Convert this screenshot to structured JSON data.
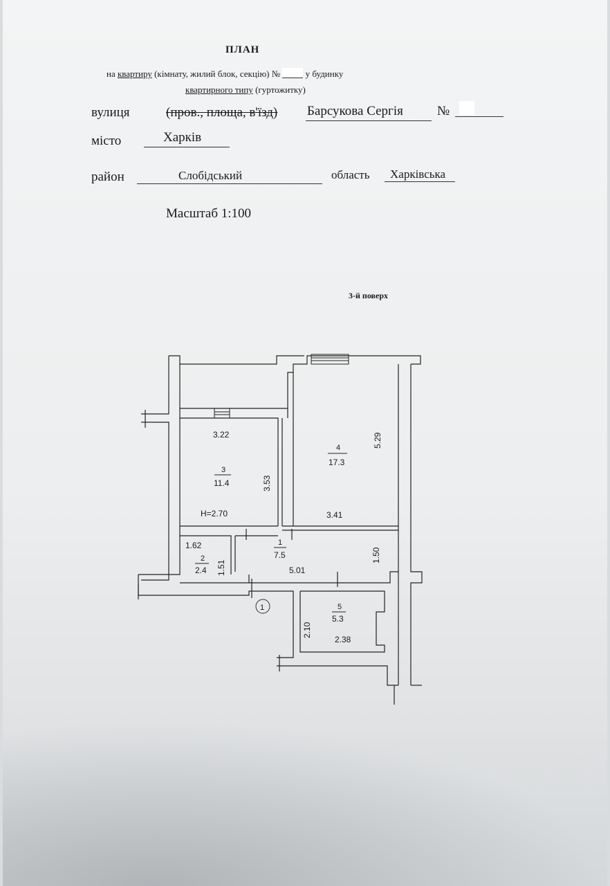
{
  "header": {
    "title": "ПЛАН",
    "subtitle_prefix": "на",
    "subtitle_underlined": "квартиру",
    "subtitle_rest": "(кімнату, жилий блок, секцію) №",
    "subtitle_suffix": "у будинку",
    "building_type_underlined": "квартирного типу",
    "building_type_rest": "(гуртожитку)"
  },
  "address": {
    "street_label": "вулиця",
    "street_options": "(пров., площа, в'їзд)",
    "street_value": "Барсукова Сергія",
    "number_label": "№",
    "city_label": "місто",
    "city_value": "Харків",
    "district_label": "район",
    "district_value": "Слобідський",
    "region_label": "область",
    "region_value": "Харківська"
  },
  "scale": "Масштаб 1:100",
  "floor_label": "3-й поверх",
  "plan": {
    "rooms": [
      {
        "number": "3",
        "area": "11.4"
      },
      {
        "number": "4",
        "area": "17.3"
      },
      {
        "number": "1",
        "area": "7.5"
      },
      {
        "number": "2",
        "area": "2.4"
      },
      {
        "number": "5",
        "area": "5.3"
      }
    ],
    "dimensions": {
      "d_322": "3.22",
      "d_353": "3.53",
      "d_529": "5.29",
      "d_341": "3.41",
      "d_162": "1.62",
      "d_151": "1.51",
      "d_501": "5.01",
      "d_150": "1.50",
      "d_210": "2.10",
      "d_238": "2.38"
    },
    "ceiling_height": "H=2.70",
    "entrance_mark": "1"
  }
}
